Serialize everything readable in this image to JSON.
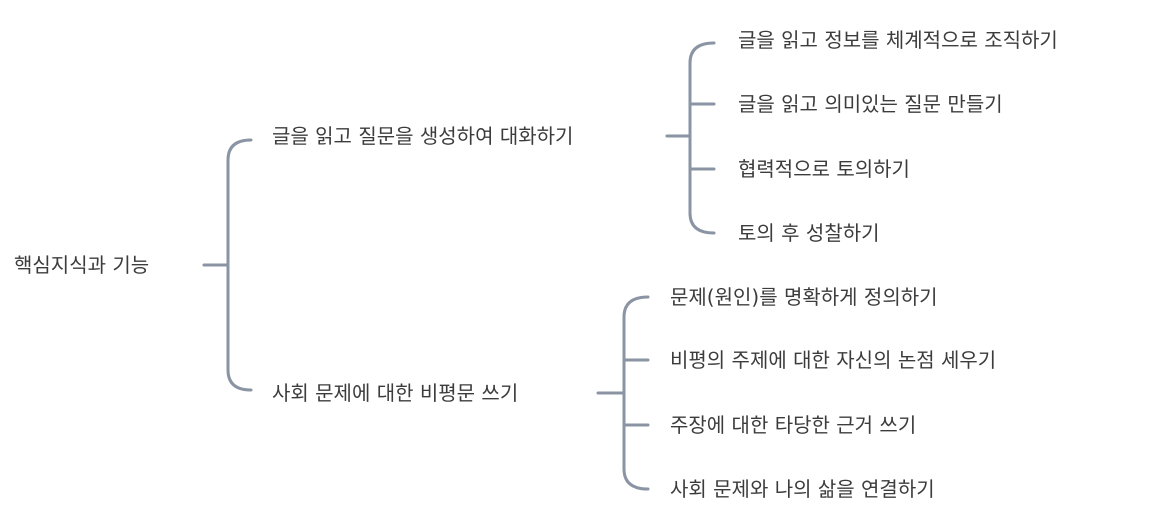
{
  "colors": {
    "connector": "#8a94a3",
    "text": "#3c3c3c",
    "background": "#ffffff"
  },
  "root": {
    "label": "핵심지식과 기능",
    "children": [
      {
        "label": "글을 읽고 질문을 생성하여 대화하기",
        "children": [
          "글을 읽고 정보를 체계적으로 조직하기",
          "글을 읽고 의미있는 질문 만들기",
          "협력적으로 토의하기",
          "토의 후 성찰하기"
        ]
      },
      {
        "label": "사회 문제에 대한 비평문 쓰기",
        "children": [
          "문제(원인)를 명확하게 정의하기",
          "비평의 주제에 대한 자신의 논점 세우기",
          "주장에 대한 타당한 근거 쓰기",
          "사회 문제와 나의 삶을 연결하기"
        ]
      }
    ]
  }
}
